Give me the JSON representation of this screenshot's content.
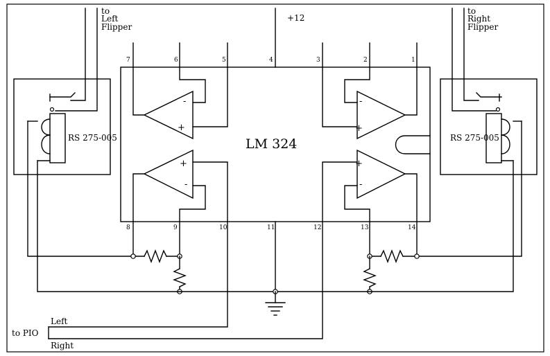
{
  "power": {
    "label": "+12"
  },
  "chip": {
    "label": "LM 324"
  },
  "pins": {
    "p1": "1",
    "p2": "2",
    "p3": "3",
    "p4": "4",
    "p5": "5",
    "p6": "6",
    "p7": "7",
    "p8": "8",
    "p9": "9",
    "p10": "10",
    "p11": "11",
    "p12": "12",
    "p13": "13",
    "p14": "14"
  },
  "relays": {
    "left": {
      "label": "RS 275-005"
    },
    "right": {
      "label": "RS 275-005"
    }
  },
  "flippers": {
    "left": {
      "line1": "to",
      "line2": "Left",
      "line3": "Flipper"
    },
    "right": {
      "line1": "to",
      "line2": "Right",
      "line3": "Flipper"
    }
  },
  "pio": {
    "label": "to PIO",
    "left_label": "Left",
    "right_label": "Right"
  },
  "opamp_signs": {
    "plus": "+",
    "minus": "-"
  }
}
